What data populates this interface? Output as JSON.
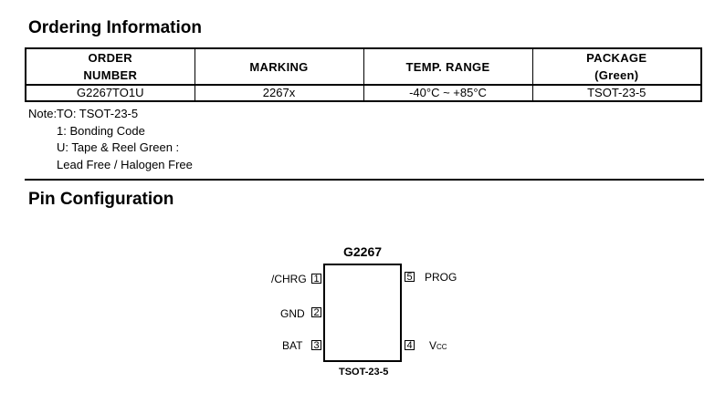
{
  "ordering": {
    "title": "Ordering Information",
    "headers": {
      "order_number_1": "ORDER",
      "order_number_2": "NUMBER",
      "marking": "MARKING",
      "temp_range": "TEMP. RANGE",
      "package_1": "PACKAGE",
      "package_2": "(Green)"
    },
    "row": {
      "order_number": "G2267TO1U",
      "marking": "2267x",
      "temp_range": "-40°C ~ +85°C",
      "package": "TSOT-23-5"
    }
  },
  "note": {
    "label": "Note:",
    "lines": [
      "TO: TSOT-23-5",
      "1: Bonding Code",
      "U: Tape & Reel Green :",
      "Lead Free / Halogen Free"
    ]
  },
  "pin_config": {
    "title": "Pin Configuration",
    "ic_name": "G2267",
    "package": "TSOT-23-5",
    "pins": [
      {
        "number": "1",
        "name": "/CHRG"
      },
      {
        "number": "2",
        "name": "GND"
      },
      {
        "number": "3",
        "name": "BAT"
      },
      {
        "number": "4",
        "name": "V",
        "sub": "CC"
      },
      {
        "number": "5",
        "name": "PROG"
      }
    ]
  }
}
